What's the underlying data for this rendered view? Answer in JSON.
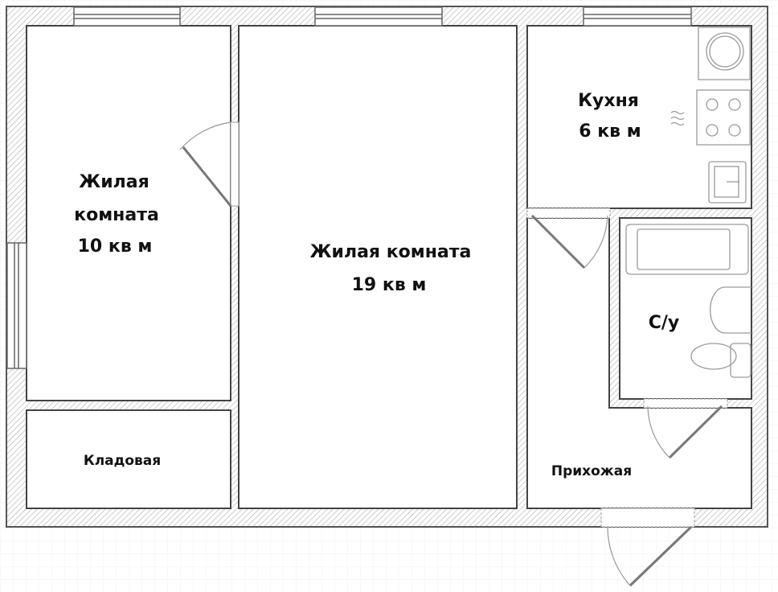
{
  "rooms": {
    "living_small": {
      "line1": "Жилая",
      "line2": "комната",
      "area": "10 кв м"
    },
    "living_large": {
      "line1": "Жилая комната",
      "area": "19 кв м"
    },
    "kitchen": {
      "line1": "Кухня",
      "area": "6 кв м"
    },
    "bathroom": {
      "line1": "С/у"
    },
    "pantry": {
      "line1": "Кладовая"
    },
    "hallway": {
      "line1": "Прихожая"
    }
  },
  "colors": {
    "wall": "#555555",
    "hatch": "#b0b0b0",
    "fixture": "#9a9a9a",
    "grid": "#eeeeee"
  }
}
